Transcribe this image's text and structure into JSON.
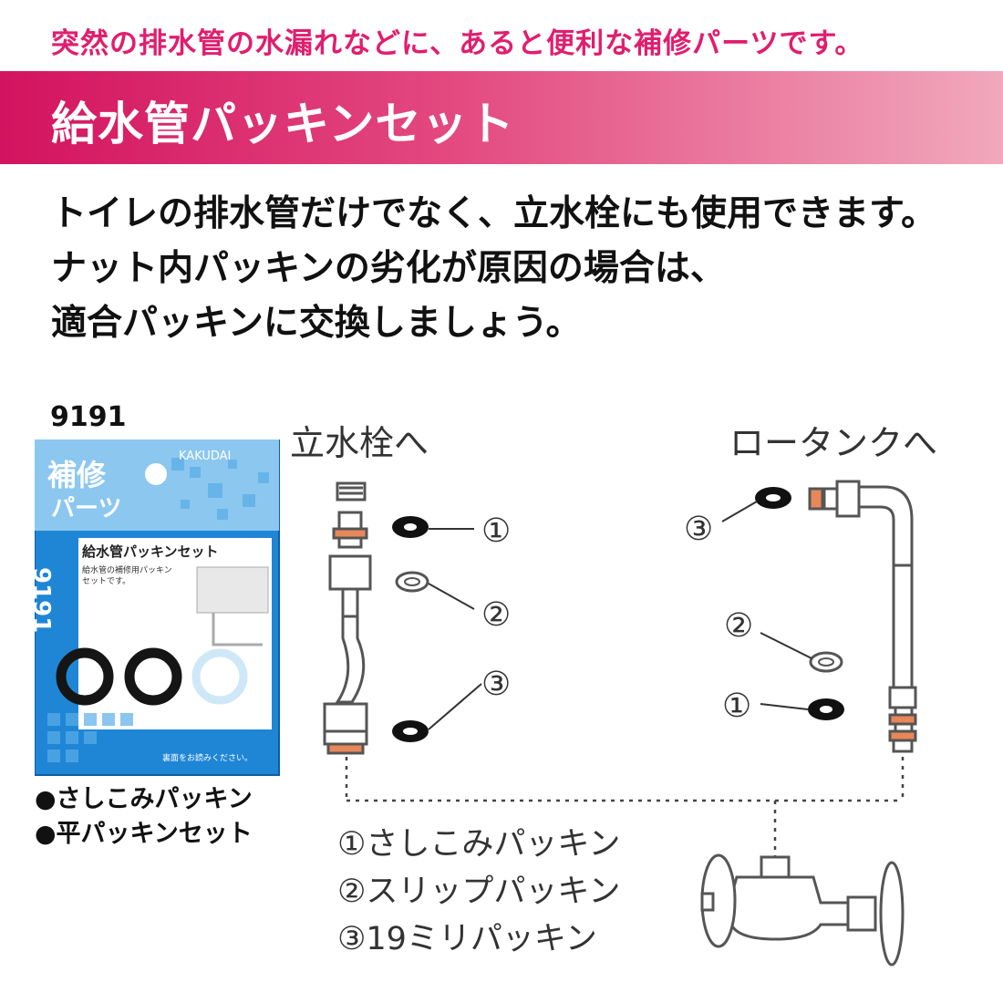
{
  "header": {
    "tagline": "突然の排水管の水漏れなどに、あると便利な補修パーツです。",
    "title": "給水管パッキンセット"
  },
  "description": {
    "lines": [
      "トイレの排水管だけでなく、立水栓にも使用できます。",
      "ナット内パッキンの劣化が原因の場合は、",
      "適合パッキンに交換しましょう。"
    ]
  },
  "product": {
    "model_number": "9191",
    "package": {
      "brand": "KAKUDAI",
      "badge_line1": "補修",
      "badge_line2": "パーツ",
      "side_number": "9191",
      "product_name": "給水管パッキンセット",
      "desc_line1": "給水管の補修用パッキン",
      "desc_line2": "セットです。",
      "back_note": "裏面をお読みください。"
    },
    "features": [
      "●さしこみパッキン",
      "●平パッキンセット"
    ]
  },
  "diagram": {
    "left_title": "立水栓へ",
    "right_title": "ロータンクへ",
    "markers": {
      "one": "①",
      "two": "②",
      "three": "③"
    },
    "legend": [
      "①さしこみパッキン",
      "②スリップパッキン",
      "③19ミリパッキン"
    ]
  },
  "colors": {
    "accent": "#e01e6e",
    "banner_start": "#d3135f",
    "banner_end": "#f1a8bd",
    "package_blue": "#1f86d6",
    "gasket_orange": "#e8875a"
  }
}
